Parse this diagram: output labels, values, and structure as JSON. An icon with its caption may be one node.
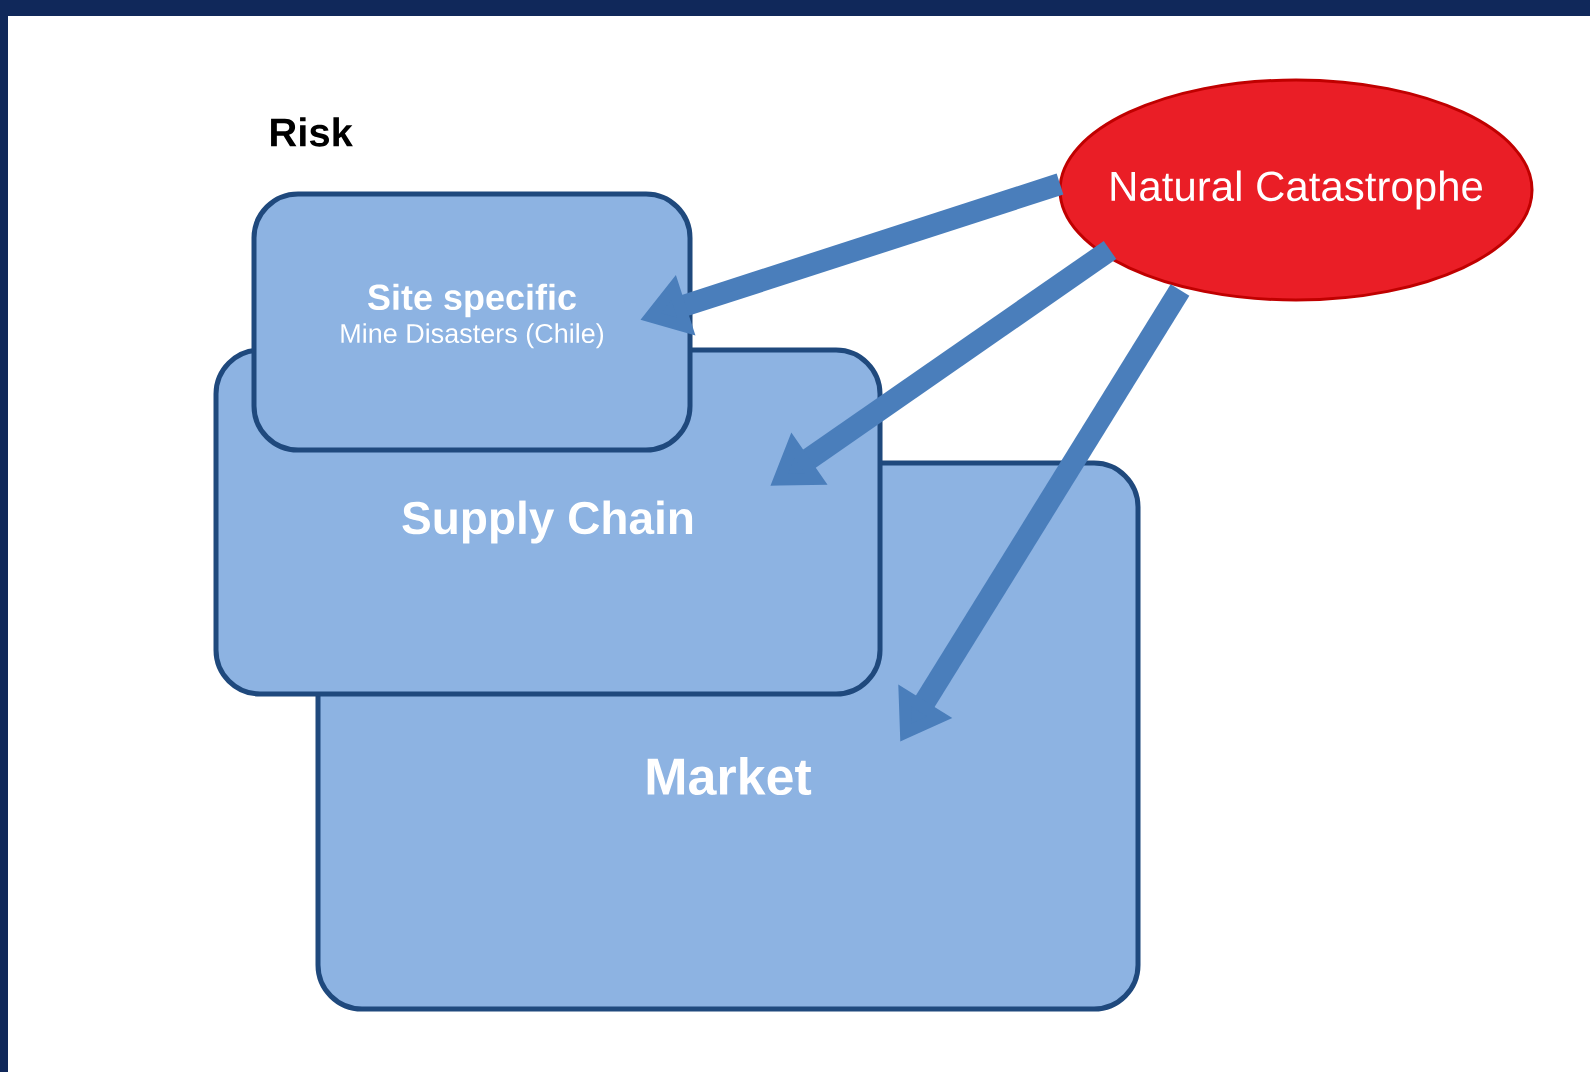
{
  "diagram": {
    "nodes": [
      {
        "text": [
          "Market"
        ]
      },
      {
        "text": [
          "Supply Chain"
        ]
      },
      {
        "text": [
          "Site specific",
          "Mine Disasters (Chile)"
        ]
      },
      {
        "text": [
          "Natural Catastrophe"
        ]
      }
    ],
    "edges": [
      {
        "from": 3,
        "to": 2,
        "arrow": "to"
      },
      {
        "from": 3,
        "to": 1,
        "arrow": "to"
      },
      {
        "from": 3,
        "to": 0,
        "arrow": "to"
      }
    ],
    "labels": [
      "Risk"
    ]
  }
}
